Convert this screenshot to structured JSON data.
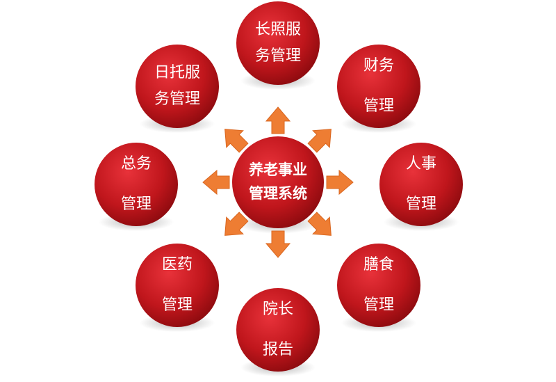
{
  "center": {
    "lines": [
      "养老事业",
      "管理系统"
    ]
  },
  "nodes": [
    {
      "id": "long-term-care",
      "lines": [
        "长照服",
        "务管理"
      ]
    },
    {
      "id": "finance",
      "lines": [
        "财务",
        "管理"
      ]
    },
    {
      "id": "hr",
      "lines": [
        "人事",
        "管理"
      ]
    },
    {
      "id": "meals",
      "lines": [
        "膳食",
        "管理"
      ]
    },
    {
      "id": "director-report",
      "lines": [
        "院长",
        "报告"
      ]
    },
    {
      "id": "medical",
      "lines": [
        "医药",
        "管理"
      ]
    },
    {
      "id": "general-affairs",
      "lines": [
        "总务",
        "管理"
      ]
    },
    {
      "id": "day-care",
      "lines": [
        "日托服",
        "务管理"
      ]
    }
  ],
  "colors": {
    "circle_fill": "#c0161c",
    "circle_light": "#e8323a",
    "circle_dark": "#8a0a0e",
    "arrow_fill": "#ee7d33",
    "arrow_stroke": "#d9661f",
    "text": "#ffffff"
  }
}
